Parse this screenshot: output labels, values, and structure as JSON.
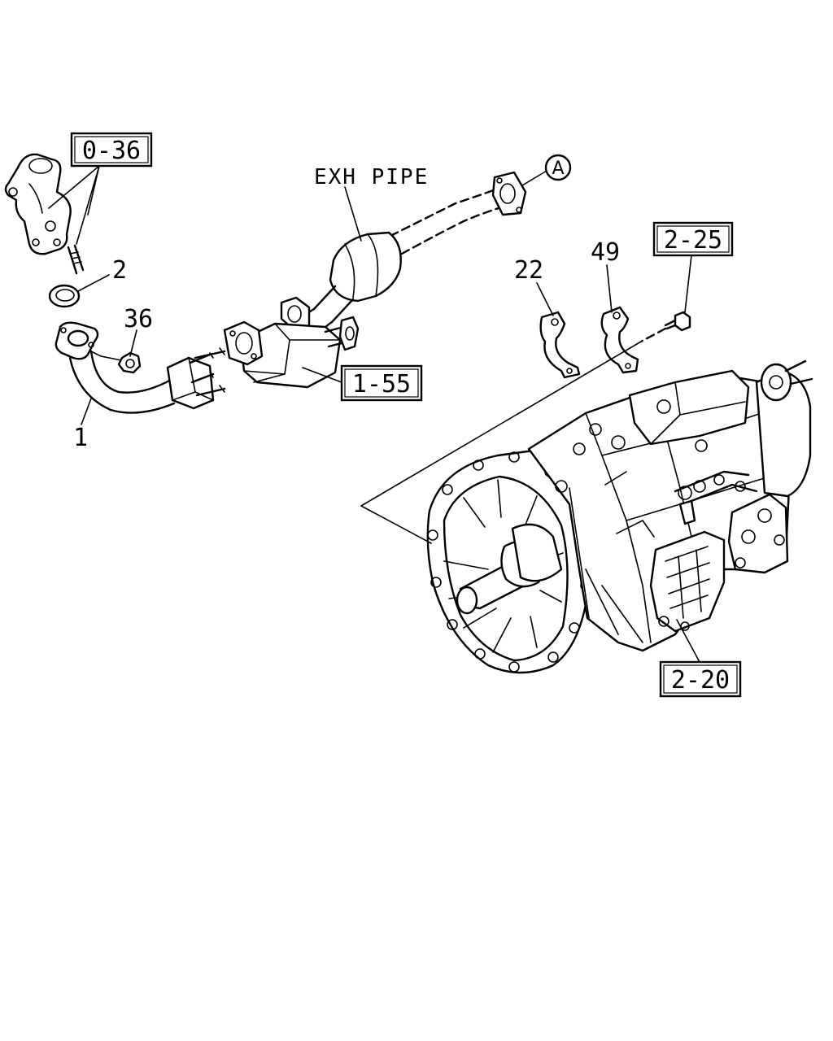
{
  "labels": {
    "ref_0_36": "0-36",
    "ref_1_55": "1-55",
    "ref_2_25": "2-25",
    "ref_2_20": "2-20",
    "exh_pipe": "EXH PIPE",
    "circle_a": "A",
    "part_1": "1",
    "part_2": "2",
    "part_36": "36",
    "part_22": "22",
    "part_49": "49"
  }
}
